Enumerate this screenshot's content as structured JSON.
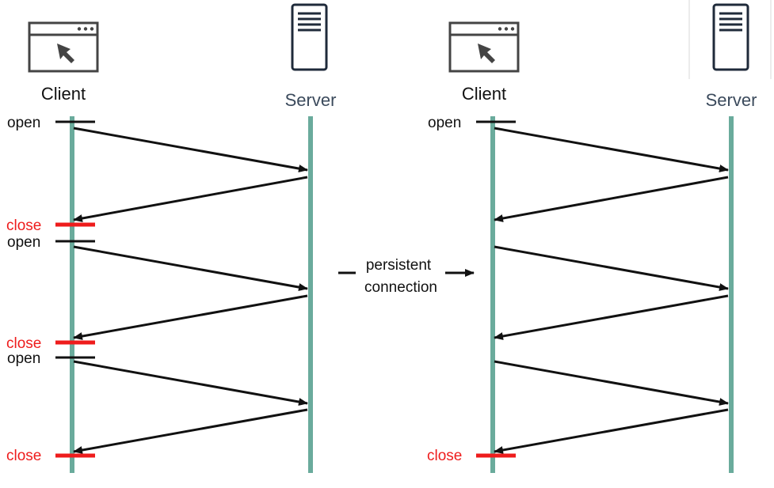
{
  "colors": {
    "lifeline": "#6aab9c",
    "close": "#ee1c1c",
    "ink": "#111111",
    "server_label": "#3b4a5c",
    "icon": "#444444",
    "server_icon": "#1f2a3a"
  },
  "icons": {
    "client": "browser-window-icon",
    "server": "server-tower-icon"
  },
  "left_panel": {
    "client_label": "Client",
    "server_label": "Server",
    "events": [
      {
        "open": "open",
        "close": "close"
      },
      {
        "open": "open",
        "close": "close"
      },
      {
        "open": "open",
        "close": "close"
      }
    ]
  },
  "middle": {
    "line1": "persistent",
    "line2": "connection"
  },
  "right_panel": {
    "client_label": "Client",
    "server_label": "Server",
    "open_label": "open",
    "close_label": "close"
  }
}
